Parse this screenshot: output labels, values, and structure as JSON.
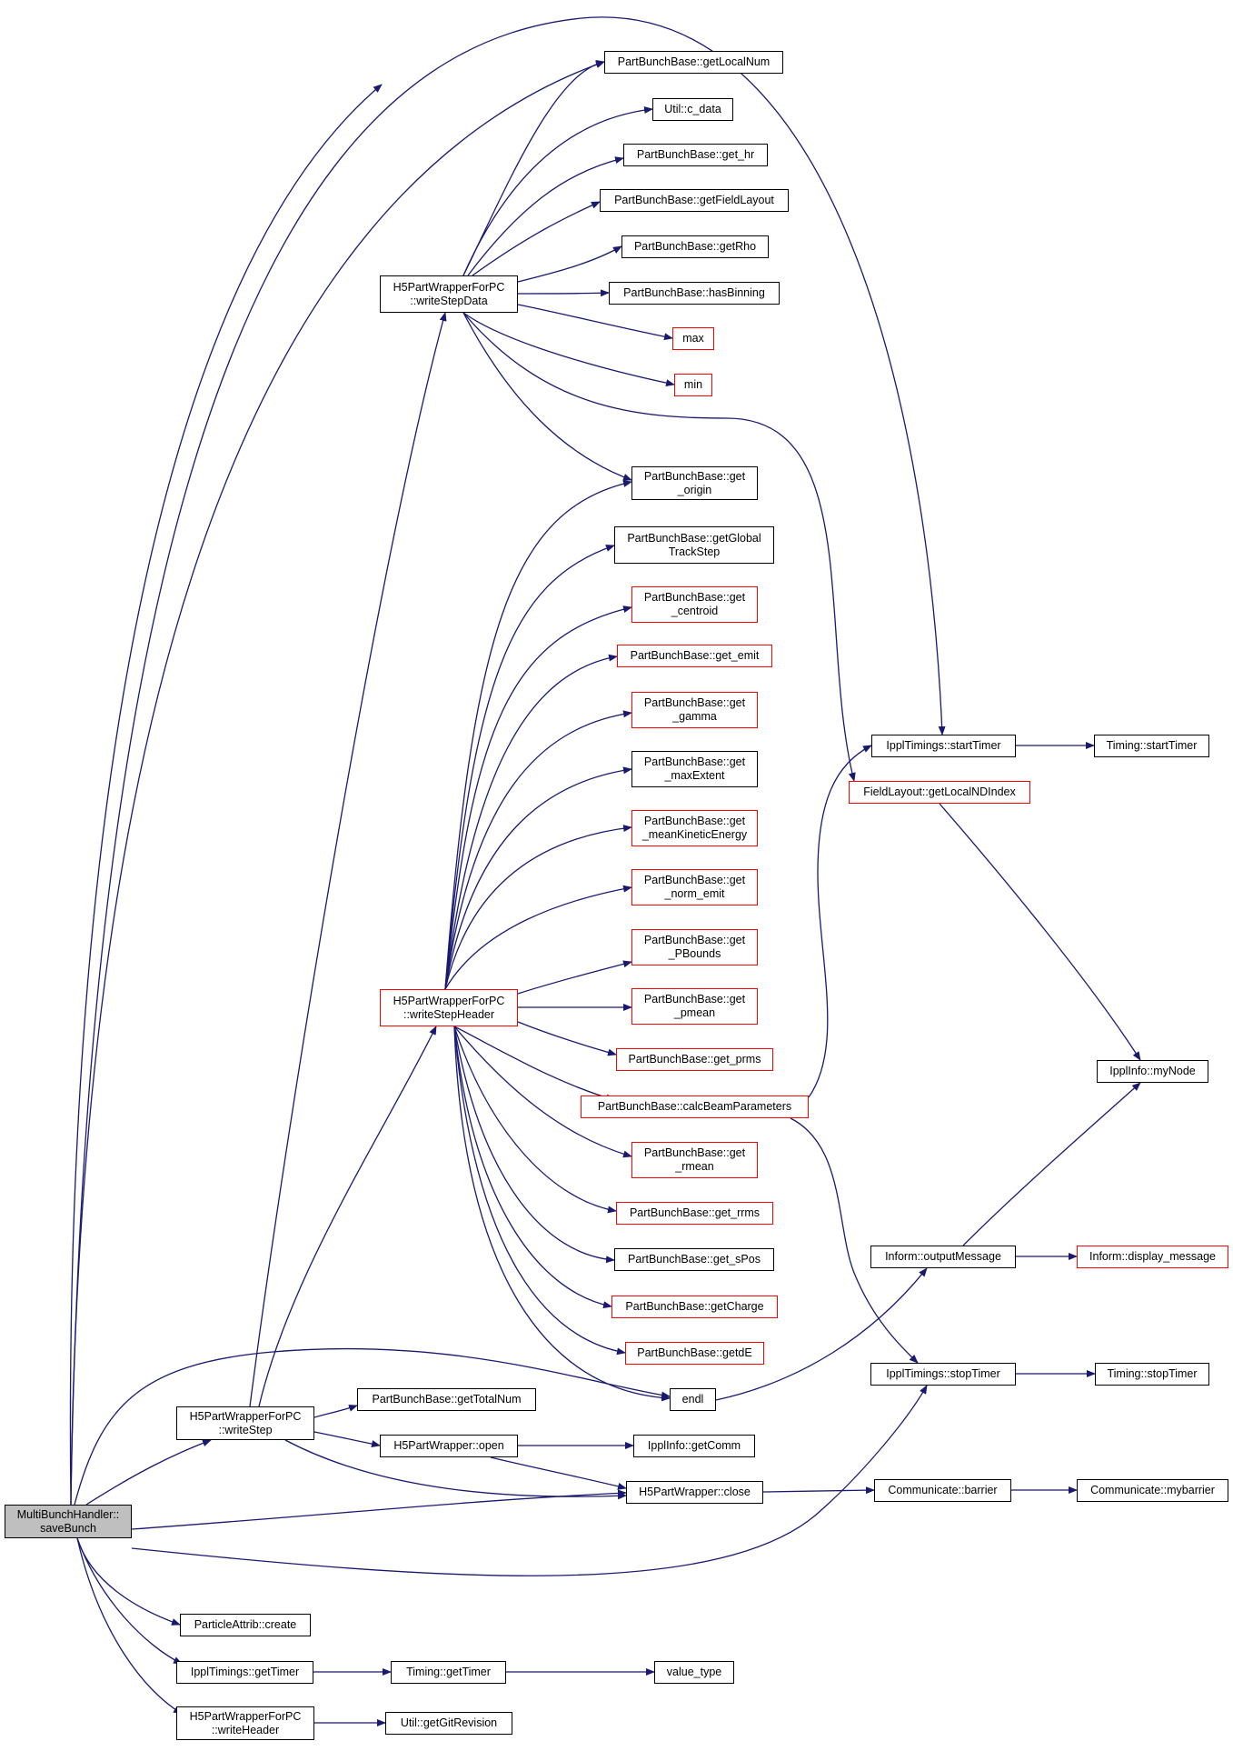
{
  "nodes": {
    "root": [
      "MultiBunchHandler::",
      "saveBunch"
    ],
    "getLocalNum": [
      "PartBunchBase::getLocalNum"
    ],
    "c_data": [
      "Util::c_data"
    ],
    "get_hr": [
      "PartBunchBase::get_hr"
    ],
    "getFieldLayout": [
      "PartBunchBase::getFieldLayout"
    ],
    "getRho": [
      "PartBunchBase::getRho"
    ],
    "hasBinning": [
      "PartBunchBase::hasBinning"
    ],
    "max": [
      "max"
    ],
    "min": [
      "min"
    ],
    "get_origin": [
      "PartBunchBase::get",
      "_origin"
    ],
    "getGlobalTrackStep": [
      "PartBunchBase::getGlobal",
      "TrackStep"
    ],
    "get_centroid": [
      "PartBunchBase::get",
      "_centroid"
    ],
    "get_emit": [
      "PartBunchBase::get_emit"
    ],
    "get_gamma": [
      "PartBunchBase::get",
      "_gamma"
    ],
    "get_maxExtent": [
      "PartBunchBase::get",
      "_maxExtent"
    ],
    "get_meanKineticEnergy": [
      "PartBunchBase::get",
      "_meanKineticEnergy"
    ],
    "get_norm_emit": [
      "PartBunchBase::get",
      "_norm_emit"
    ],
    "get_PBounds": [
      "PartBunchBase::get",
      "_PBounds"
    ],
    "get_pmean": [
      "PartBunchBase::get",
      "_pmean"
    ],
    "get_prms": [
      "PartBunchBase::get_prms"
    ],
    "calcBeamParameters": [
      "PartBunchBase::calcBeamParameters"
    ],
    "get_rmean": [
      "PartBunchBase::get",
      "_rmean"
    ],
    "get_rrms": [
      "PartBunchBase::get_rrms"
    ],
    "get_sPos": [
      "PartBunchBase::get_sPos"
    ],
    "getCharge": [
      "PartBunchBase::getCharge"
    ],
    "getdE": [
      "PartBunchBase::getdE"
    ],
    "endl": [
      "endl"
    ],
    "writeStepData": [
      "H5PartWrapperForPC",
      "::writeStepData"
    ],
    "writeStepHeader": [
      "H5PartWrapperForPC",
      "::writeStepHeader"
    ],
    "startTimer": [
      "IpplTimings::startTimer"
    ],
    "timingStartTimer": [
      "Timing::startTimer"
    ],
    "getLocalNDIndex": [
      "FieldLayout::getLocalNDIndex"
    ],
    "myNode": [
      "IpplInfo::myNode"
    ],
    "outputMessage": [
      "Inform::outputMessage"
    ],
    "display_message": [
      "Inform::display_message"
    ],
    "stopTimer": [
      "IpplTimings::stopTimer"
    ],
    "timingStopTimer": [
      "Timing::stopTimer"
    ],
    "writeStep": [
      "H5PartWrapperForPC",
      "::writeStep"
    ],
    "getTotalNum": [
      "PartBunchBase::getTotalNum"
    ],
    "open": [
      "H5PartWrapper::open"
    ],
    "getComm": [
      "IpplInfo::getComm"
    ],
    "close": [
      "H5PartWrapper::close"
    ],
    "barrier": [
      "Communicate::barrier"
    ],
    "mybarrier": [
      "Communicate::mybarrier"
    ],
    "create": [
      "ParticleAttrib::create"
    ],
    "getTimer": [
      "IpplTimings::getTimer"
    ],
    "timingGetTimer": [
      "Timing::getTimer"
    ],
    "value_type": [
      "value_type"
    ],
    "writeHeader": [
      "H5PartWrapperForPC",
      "::writeHeader"
    ],
    "getGitRevision": [
      "Util::getGitRevision"
    ]
  },
  "colors": {
    "edge": "#191970",
    "node_border": "#000000",
    "node_border_undocumented": "#ff0000",
    "root_fill": "#bfbfbf"
  }
}
